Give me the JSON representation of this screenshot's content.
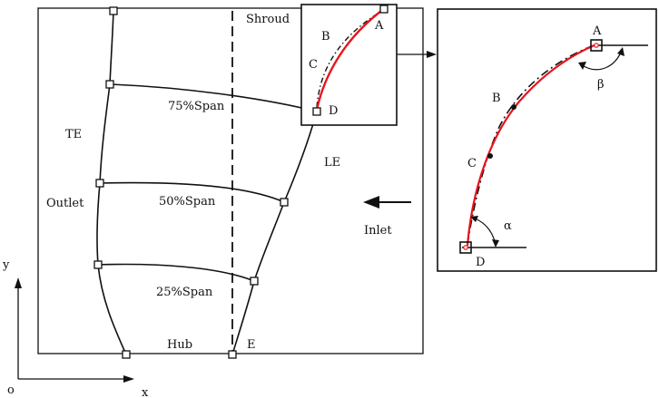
{
  "labels": {
    "shroud": "Shroud",
    "hub": "Hub",
    "te": "TE",
    "le": "LE",
    "outlet": "Outlet",
    "inlet": "Inlet",
    "span75": "75%Span",
    "span50": "50%Span",
    "span25": "25%Span",
    "a": "A",
    "b": "B",
    "c": "C",
    "d": "D",
    "e": "E",
    "alpha": "α",
    "beta": "β",
    "axis_x": "x",
    "axis_y": "y",
    "origin": "o"
  },
  "colors": {
    "ink": "#111111",
    "camber_red": "#e8141c"
  }
}
